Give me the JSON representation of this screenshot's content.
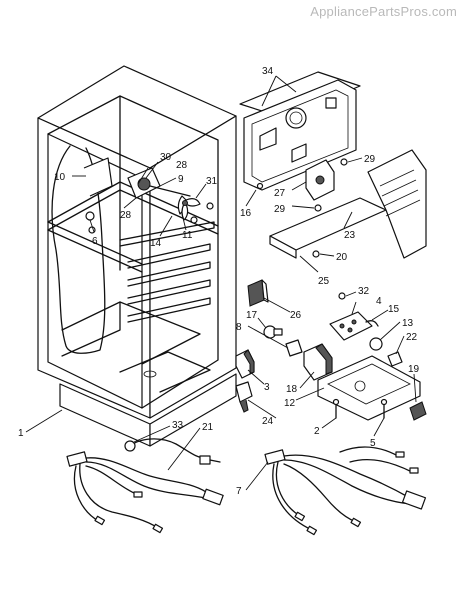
{
  "watermark": "AppliancePartsPros.com",
  "callouts": [
    "34",
    "30",
    "28",
    "9",
    "31",
    "10",
    "6",
    "28",
    "14",
    "11",
    "29",
    "27",
    "29",
    "16",
    "23",
    "20",
    "25",
    "26",
    "17",
    "8",
    "32",
    "4",
    "15",
    "13",
    "22",
    "3",
    "18",
    "12",
    "24",
    "2",
    "19",
    "5",
    "1",
    "33",
    "21",
    "7"
  ]
}
